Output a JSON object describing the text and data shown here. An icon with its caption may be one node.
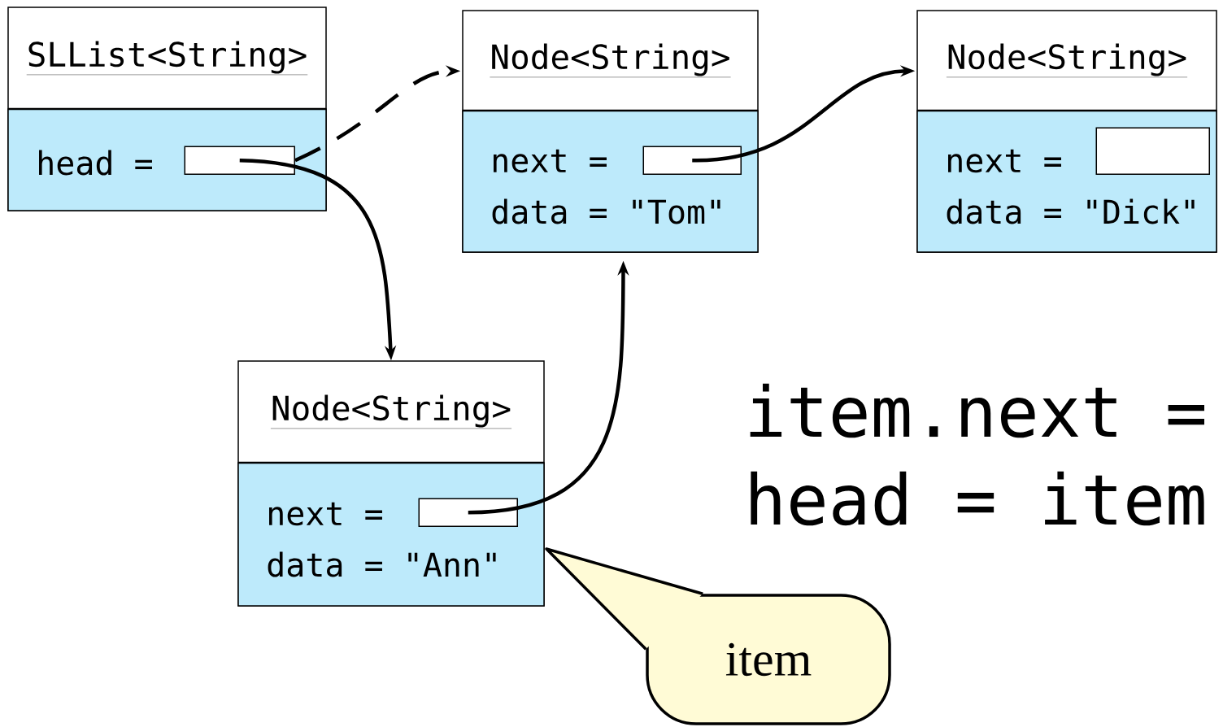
{
  "diagram": {
    "nodes": [
      {
        "text": [
          "SLList<String>",
          "head ="
        ]
      },
      {
        "text": [],
        "shape": "box",
        "in": 0
      },
      {
        "text": [
          "Node<String>",
          "next =",
          "data = \"Tom\""
        ]
      },
      {
        "text": [],
        "shape": "box",
        "in": 2
      },
      {
        "text": [
          "Node<String>",
          "next =",
          "data = \"Dick\""
        ]
      },
      {
        "text": [],
        "shape": "box",
        "in": 4
      },
      {
        "text": [
          "Node<String>",
          "next =",
          "data = \"Ann\""
        ]
      },
      {
        "text": [],
        "shape": "box",
        "in": 6
      },
      {
        "text": [
          "item"
        ]
      }
    ],
    "edges": [
      {
        "from": 1,
        "to": 2,
        "arrow": "to",
        "style": "dashed"
      },
      {
        "from": 1,
        "to": 6,
        "arrow": "to"
      },
      {
        "from": 3,
        "to": 4,
        "arrow": "to"
      },
      {
        "from": 7,
        "to": 2,
        "arrow": "to"
      }
    ],
    "labels": [
      "item.next =",
      "head = item"
    ]
  }
}
